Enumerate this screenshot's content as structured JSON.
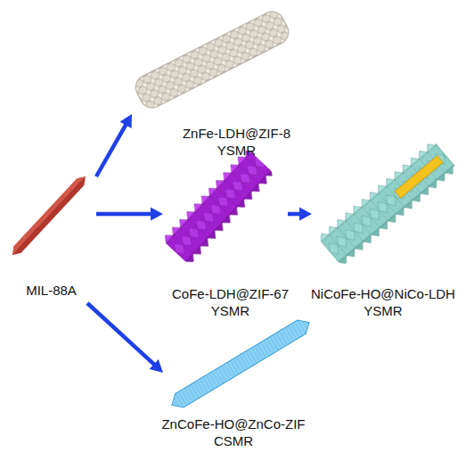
{
  "diagram": {
    "nodes": [
      {
        "text": [
          "MIL-88A"
        ]
      },
      {
        "text": [
          "ZnFe-LDH@ZIF-8 YSMR"
        ]
      },
      {
        "text": [
          "CoFe-LDH@ZIF-67 YSMR"
        ]
      },
      {
        "text": [
          "NiCoFe-HO@NiCo-LDH YSMR"
        ]
      },
      {
        "text": [
          "ZnCoFe-HO@ZnCo-ZIF CSMR"
        ]
      }
    ],
    "edges": [
      {
        "from": 0,
        "to": 1,
        "arrow": "to"
      },
      {
        "from": 0,
        "to": 2,
        "arrow": "to"
      },
      {
        "from": 2,
        "to": 3,
        "arrow": "to"
      },
      {
        "from": 0,
        "to": 4,
        "arrow": "to"
      }
    ]
  }
}
